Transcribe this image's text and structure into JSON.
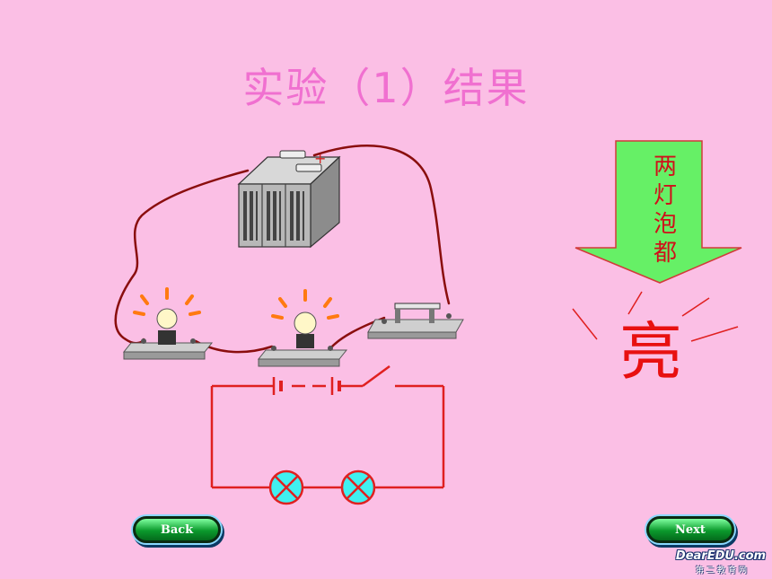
{
  "title": "实验（1）结果",
  "arrow": {
    "chars": [
      "两",
      "灯",
      "泡",
      "都"
    ],
    "fill": "#66f066",
    "stroke": "#d23a3a"
  },
  "result_text": "亮",
  "nav": {
    "back_label": "Back",
    "next_label": "Next"
  },
  "watermark": {
    "line1": "DearEDU.com",
    "line2": "第二教育网"
  },
  "colors": {
    "background": "#fbbfe5",
    "title": "#f070d0",
    "wire": "#8a0e0e",
    "circuit": "#e02020",
    "lamp_fill": "#40f0f0",
    "rays": "#ff7a10"
  },
  "battery_mark": "+"
}
